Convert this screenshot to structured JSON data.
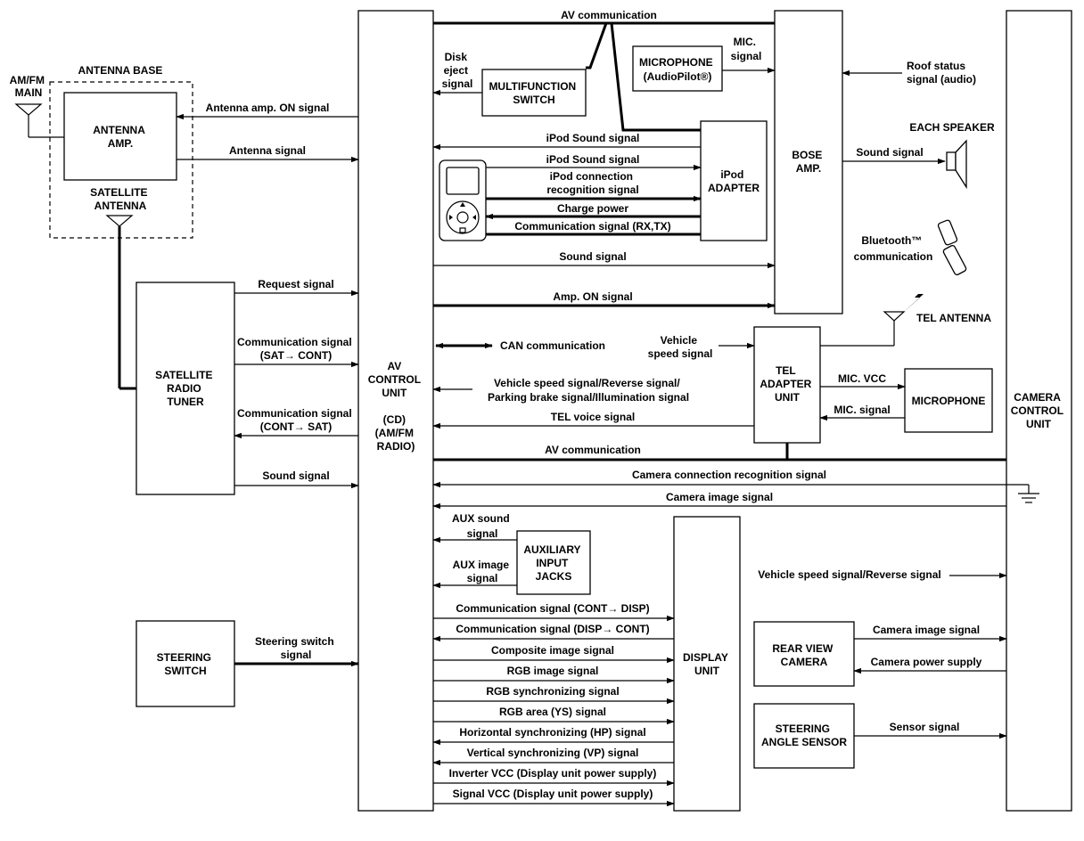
{
  "blocks": {
    "antenna_base": "ANTENNA BASE",
    "am_fm_main": [
      "AM/FM",
      "MAIN"
    ],
    "antenna_amp": [
      "ANTENNA",
      "AMP."
    ],
    "satellite_antenna": [
      "SATELLITE",
      "ANTENNA"
    ],
    "satellite_radio_tuner": [
      "SATELLITE",
      "RADIO",
      "TUNER"
    ],
    "steering_switch": [
      "STEERING",
      "SWITCH"
    ],
    "av_control_unit": [
      "AV",
      "CONTROL",
      "UNIT",
      "",
      "(CD)",
      "(AM/FM",
      "RADIO)"
    ],
    "multifunction_switch": [
      "MULTIFUNCTION",
      "SWITCH"
    ],
    "microphone_top": [
      "MICROPHONE",
      "(AudioPilot®)"
    ],
    "ipod_adapter": [
      "iPod",
      "ADAPTER"
    ],
    "bose_amp": [
      "BOSE",
      "AMP."
    ],
    "each_speaker": "EACH SPEAKER",
    "bluetooth": [
      "Bluetooth™",
      "communication"
    ],
    "tel_antenna": "TEL ANTENNA",
    "tel_adapter_unit": [
      "TEL",
      "ADAPTER",
      "UNIT"
    ],
    "microphone": "MICROPHONE",
    "camera_control_unit": [
      "CAMERA",
      "CONTROL",
      "UNIT"
    ],
    "auxiliary_input_jacks": [
      "AUXILIARY",
      "INPUT",
      "JACKS"
    ],
    "display_unit": [
      "DISPLAY",
      "UNIT"
    ],
    "rear_view_camera": [
      "REAR VIEW",
      "CAMERA"
    ],
    "steering_angle_sensor": [
      "STEERING",
      "ANGLE SENSOR"
    ]
  },
  "signals": {
    "av_comm_top": "AV communication",
    "disk_eject": [
      "Disk",
      "eject",
      "signal"
    ],
    "mic_signal_top": [
      "MIC.",
      "signal"
    ],
    "roof_status": [
      "Roof status",
      "signal (audio)"
    ],
    "antenna_amp_on": "Antenna amp. ON signal",
    "antenna_signal": "Antenna signal",
    "ipod_sound_1": "iPod Sound signal",
    "ipod_sound_2": "iPod Sound signal",
    "ipod_conn": [
      "iPod connection",
      "recognition signal"
    ],
    "charge_power": "Charge power",
    "comm_rx_tx": "Communication signal (RX,TX)",
    "sound_signal_bose": "Sound signal",
    "sound_signal_av": "Sound signal",
    "amp_on": "Amp. ON signal",
    "request_signal": "Request signal",
    "comm_sat_cont": [
      "Communication signal",
      "(SAT→ CONT)"
    ],
    "can_comm": "CAN communication",
    "vehicle_speed_tel": [
      "Vehicle",
      "speed signal"
    ],
    "vehicle_speed_reverse": [
      "Vehicle speed signal/Reverse signal/",
      "Parking brake signal/Illumination signal"
    ],
    "mic_vcc": "MIC. VCC",
    "mic_signal": "MIC. signal",
    "comm_cont_sat": [
      "Communication signal",
      "(CONT→ SAT)"
    ],
    "tel_voice": "TEL voice signal",
    "av_comm_mid": "AV communication",
    "sound_signal_tuner": "Sound signal",
    "camera_conn": "Camera connection recognition signal",
    "camera_image_1": "Camera image signal",
    "aux_sound": [
      "AUX sound",
      "signal"
    ],
    "aux_image": [
      "AUX image",
      "signal"
    ],
    "vehicle_speed_reverse_cam": "Vehicle speed signal/Reverse signal",
    "comm_cont_disp": "Communication signal (CONT→ DISP)",
    "comm_disp_cont": "Communication signal (DISP→ CONT)",
    "steering_switch_signal": [
      "Steering switch",
      "signal"
    ],
    "composite_image": "Composite image signal",
    "rgb_image": "RGB image signal",
    "rgb_sync": "RGB synchronizing signal",
    "rgb_area": "RGB area (YS) signal",
    "horiz_sync": "Horizontal synchronizing (HP) signal",
    "vert_sync": "Vertical synchronizing (VP) signal",
    "inverter_vcc": "Inverter VCC (Display unit power supply)",
    "signal_vcc": "Signal VCC (Display unit power supply)",
    "camera_image_2": "Camera image signal",
    "camera_power": "Camera power supply",
    "sensor_signal": "Sensor signal"
  }
}
